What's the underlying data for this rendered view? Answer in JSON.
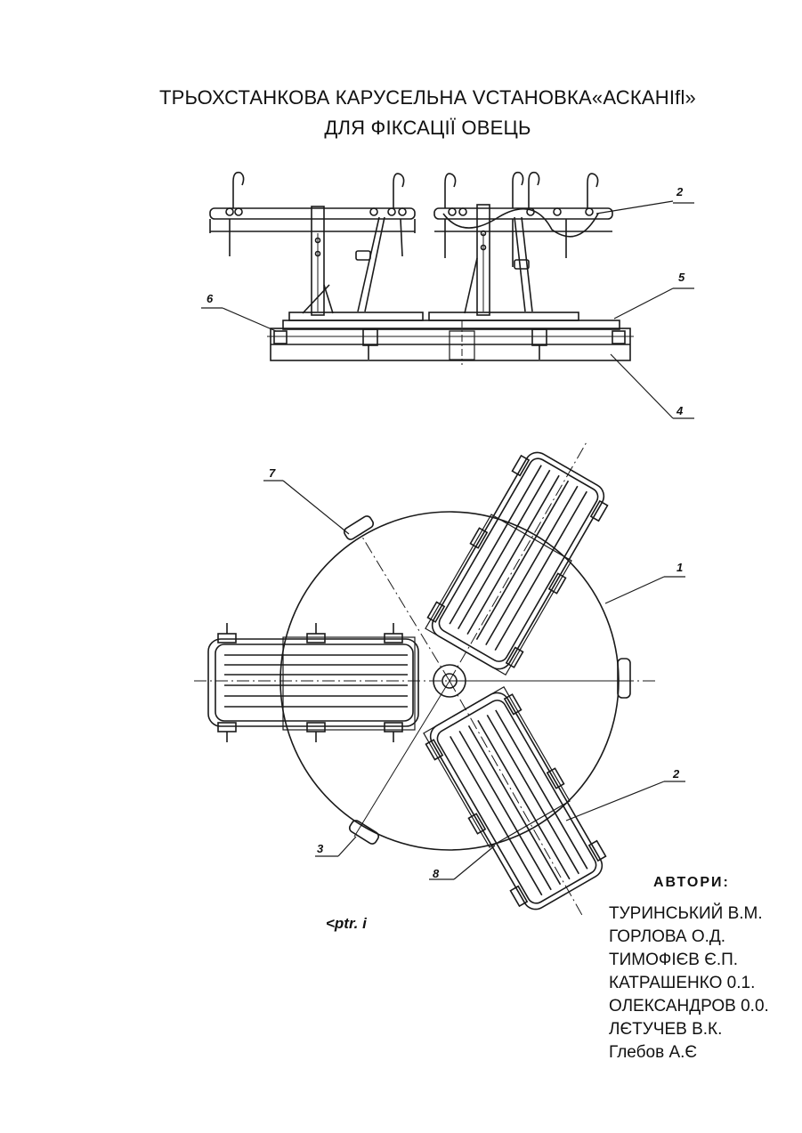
{
  "title": {
    "line1": "ТРЬОХСТАНКОВА КАРУСЕЛЬНА VСТАНОВКА«АСКАНІfl»",
    "line2": "ДЛЯ ФІКСАЦІЇ ОВЕЦЬ"
  },
  "callouts": {
    "c1": "1",
    "c2_top": "2",
    "c2_bottom": "2",
    "c3": "3",
    "c4": "4",
    "c5": "5",
    "c6": "6",
    "c7": "7",
    "c8": "8"
  },
  "figure_caption": "<ptr. i",
  "authors": {
    "heading": "АВТОРИ:",
    "names": [
      "ТУРИНСЬКИЙ В.М.",
      "ГОРЛОВА О.Д.",
      "ТИМОФІЄВ Є.П.",
      "КАТРАШЕНКО 0.1.",
      "ОЛЕКСАНДРОВ 0.0.",
      "ЛЄТУЧЕВ В.К.",
      "Глебов А.Є"
    ]
  }
}
